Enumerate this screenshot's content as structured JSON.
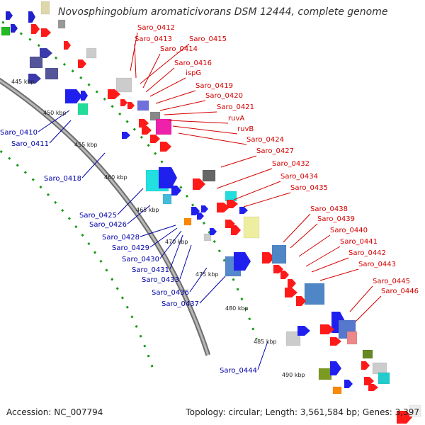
{
  "title": "Novosphingobium aromaticivorans DSM 12444, complete genome",
  "accession_text": "Accession: NC_007794",
  "summary_text": "Topology: circular; Length: 3,561,584 bp; Genes: 3,397",
  "colors": {
    "backbone": "#8a8a8a",
    "forward_label": "#d40000",
    "reverse_label": "#0000aa",
    "tick": "#1a9a1a",
    "forward_gene": "#ff1010",
    "reverse_gene": "#1010ee"
  },
  "kbp_ticks": [
    "445 kbp",
    "450 kbp",
    "455 kbp",
    "460 kbp",
    "465 kbp",
    "470 kbp",
    "475 kbp",
    "480 kbp",
    "485 kbp",
    "490 kbp"
  ],
  "forward_labels": [
    "Saro_0412",
    "Saro_0413",
    "Saro_0415",
    "Saro_0414",
    "Saro_0416",
    "ispG",
    "Saro_0419",
    "Saro_0420",
    "Saro_0421",
    "ruvA",
    "ruvB",
    "Saro_0424",
    "Saro_0427",
    "Saro_0432",
    "Saro_0434",
    "Saro_0435",
    "Saro_0438",
    "Saro_0439",
    "Saro_0440",
    "Saro_0441",
    "Saro_0442",
    "Saro_0443",
    "Saro_0445",
    "Saro_0446"
  ],
  "reverse_labels": [
    "Saro_0410",
    "Saro_0411",
    "Saro_0418",
    "Saro_0425",
    "Saro_0426",
    "Saro_0428",
    "Saro_0429",
    "Saro_0430",
    "Saro_0431",
    "Saro_0433",
    "Saro_0436",
    "Saro_0437",
    "Saro_0444"
  ]
}
